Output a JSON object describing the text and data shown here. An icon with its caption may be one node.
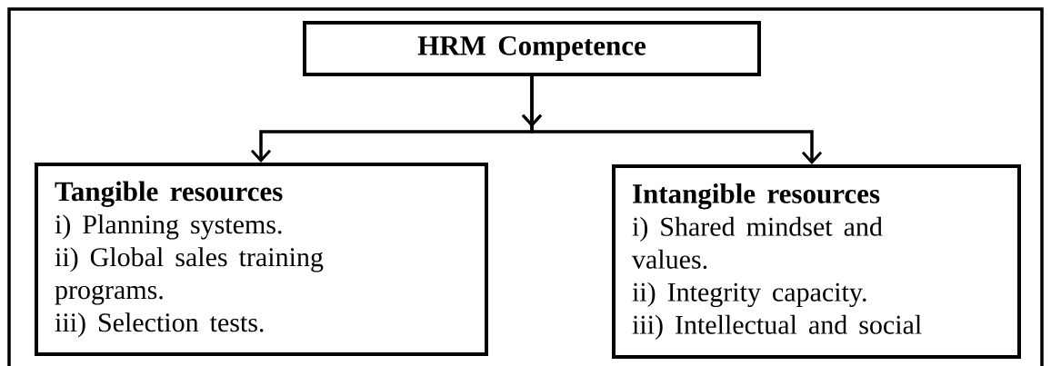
{
  "diagram": {
    "nodes": [
      {
        "text": [
          "HRM Competence"
        ]
      },
      {
        "text": [
          "Tangible resources",
          "i) Planning systems.",
          "ii) Global sales training programs.",
          "iii) Selection tests."
        ]
      },
      {
        "text": [
          "Intangible resources",
          "i) Shared mindset and values.",
          "ii) Integrity capacity.",
          "iii) Intellectual and social"
        ]
      }
    ],
    "edges": [
      {
        "from": 0,
        "to": 1,
        "arrow": "to"
      },
      {
        "from": 0,
        "to": 2,
        "arrow": "to"
      }
    ]
  }
}
